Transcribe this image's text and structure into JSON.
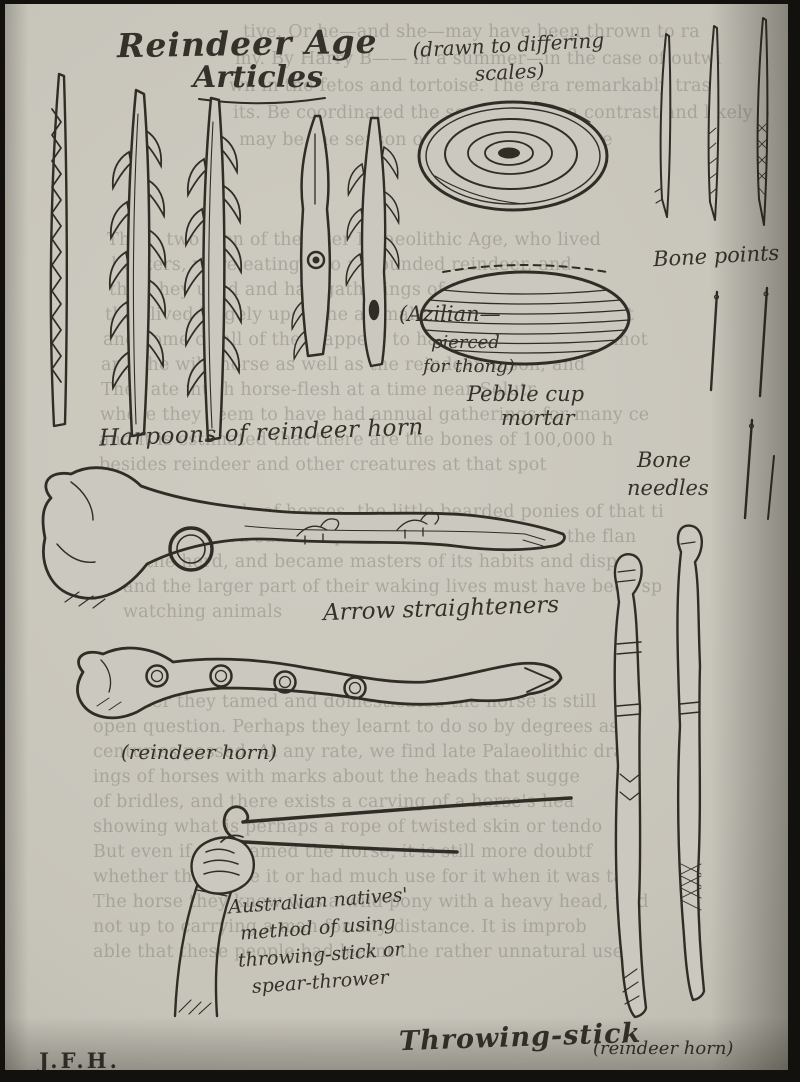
{
  "page": {
    "title_line1": "Reindeer Age",
    "title_line2": "Articles",
    "signature": "J.F.H."
  },
  "colors": {
    "ink": "#2f2d26",
    "paper": "#c8c5bb"
  },
  "labels": {
    "scales_note_l1": "(drawn to differing",
    "scales_note_l2": "scales)",
    "azilian_l1": "(Azilian—",
    "azilian_l2": "pierced",
    "azilian_l3": "for thong)",
    "harpoons": "Harpoons of reindeer horn",
    "bone_points": "Bone points",
    "pebble_l1": "Pebble cup",
    "pebble_l2": "mortar",
    "needles_l1": "Bone",
    "needles_l2": "needles",
    "arrow_straighteners": "Arrow straighteners",
    "reindeer_horn_note": "(reindeer horn)",
    "australian_l1": "Australian natives'",
    "australian_l2": "method of using",
    "australian_l3": "throwing-stick or",
    "australian_l4": "spear-thrower",
    "throwing_stick": "Throwing-stick",
    "throwing_horn_note": "(reindeer horn)"
  },
  "bleedthrough": {
    "lines": [
      "tive. Or he—and she—may have been thrown to ra",
      "my. By Harry B—— in a summer—in the case of outwi",
      "wn in the fetos and tortoise. The era remarkably tras",
      "its. Be coordinated the seasons with a contrast and likely b",
      "may be the season of the frog, or the like",
      "These two men of the later Palaeolithic Age, who lived",
      "hunters, were eating into a wounded reindeer, and",
      "that they used and had gatherings of their red dress",
      "they lived largely upon the animals; were numerous about",
      "and some or all of them appear to have hunted the mammot",
      "and the wild horse as well as the reindeer, bison, and",
      "They ate much horse-flesh at a time near Solutr",
      "where they seem to have had annual gatherings for many ce",
      "and it is estimated that there are the bones of 100,000 h",
      "besides reindeer and other creatures at that spot",
      "followed herds of horses, the little bearded ponies of that ti",
      "their elevated summer pasture. They hung upon the flan",
      "of the herd, and became masters of its habits and disp",
      "and the larger part of their waking lives must have been sp",
      "watching animals",
      "Whether they tamed and domesticated the horse is still",
      "open question. Perhaps they learnt to do so by degrees as t",
      "centuries passed. At any rate, we find late Palaeolithic dra",
      "ings of horses with marks about the heads that sugge",
      "of bridles, and there exists a carving of a horse's hea",
      "showing what is perhaps a rope of twisted skin or tendo",
      "But even if they tamed the horse, it is still more doubtf",
      "whether they rode it or had much use for it when it was tam",
      "The horse they knew was a wild pony with a heavy head, und",
      "not up to carrying a man for any distance. It is improb",
      "able that these people had learnt the rather unnatural use"
    ]
  }
}
